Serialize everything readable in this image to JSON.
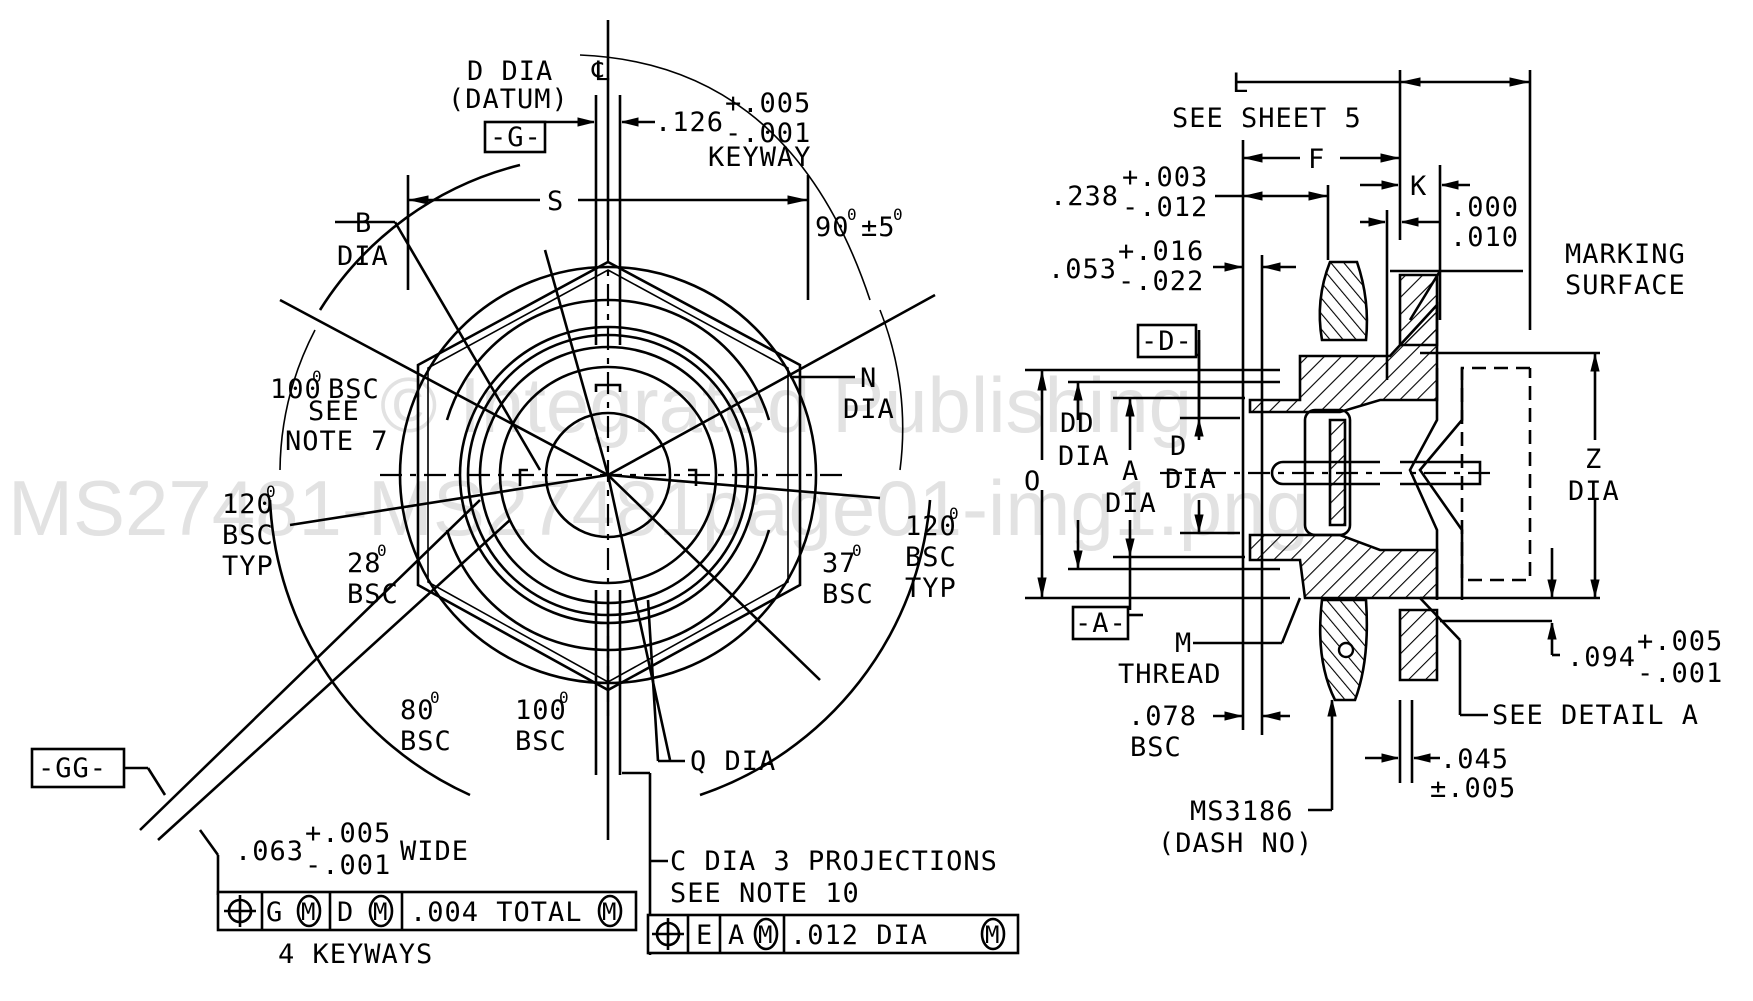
{
  "watermark": {
    "line1": "© Integrated Publishing",
    "line2": "MS27481-MS27481page01-img1.png"
  },
  "front_view": {
    "datum_label": "D DIA",
    "datum_sub": "(DATUM)",
    "datum_g": "-G-",
    "centerline_symbol": "℄",
    "keyway_width": ".126",
    "keyway_tol_plus": "+.005",
    "keyway_tol_minus": "-.001",
    "keyway_label": "KEYWAY",
    "angle_keyway": "90",
    "angle_keyway_tol": "±5",
    "s_label": "S",
    "b_dia": [
      "B",
      "DIA"
    ],
    "n_dia": [
      "N",
      "DIA"
    ],
    "angle_100_note": [
      "100",
      "BSC",
      "SEE",
      "NOTE 7"
    ],
    "angle_120_left": [
      "120",
      "BSC",
      "TYP"
    ],
    "angle_120_right": [
      "120",
      "BSC",
      "TYP"
    ],
    "angle_28": [
      "28",
      "BSC"
    ],
    "angle_37": [
      "37",
      "BSC"
    ],
    "angle_80": [
      "80",
      "BSC"
    ],
    "angle_100_bottom": [
      "100",
      "BSC"
    ],
    "q_dia": "Q DIA",
    "datum_gg": "-GG-",
    "slot_width": ".063",
    "slot_tol_plus": "+.005",
    "slot_tol_minus": "-.001",
    "slot_label": "WIDE",
    "fcf_keyways": {
      "symbol": "position",
      "cells": [
        "G",
        "M",
        "D",
        "M",
        ".004 TOTAL",
        "M"
      ]
    },
    "keyways_note": "4 KEYWAYS",
    "projections_note": [
      "C DIA 3 PROJECTIONS",
      "SEE NOTE 10"
    ],
    "fcf_projections": {
      "symbol": "position",
      "cells": [
        "E",
        "A",
        "M",
        ".012 DIA",
        "M"
      ]
    },
    "degree_symbol": "0"
  },
  "side_view": {
    "l_label": "L",
    "l_note": "SEE SHEET 5",
    "f_label": "F",
    "k_label": "K",
    "dim_238": ".238",
    "dim_238_plus": "+.003",
    "dim_238_minus": "-.012",
    "dim_053": ".053",
    "dim_053_plus": "+.016",
    "dim_053_minus": "-.022",
    "dim_000": ".000",
    "dim_010": ".010",
    "marking_surface": [
      "MARKING",
      "SURFACE"
    ],
    "datum_d": "-D-",
    "datum_a": "-A-",
    "o_label": "O",
    "dd_dia": [
      "DD",
      "DIA"
    ],
    "a_dia": [
      "A",
      "DIA"
    ],
    "d_dia": [
      "D",
      "DIA"
    ],
    "z_dia": [
      "Z",
      "DIA"
    ],
    "m_thread": [
      "M",
      "THREAD"
    ],
    "dim_078": ".078",
    "dim_078_sub": "BSC",
    "dim_094": ".094",
    "dim_094_plus": "+.005",
    "dim_094_minus": "-.001",
    "see_detail": "SEE DETAIL A",
    "dim_045": ".045",
    "dim_045_tol": "±.005",
    "ms3186": "MS3186",
    "ms3186_sub": "(DASH NO)"
  }
}
